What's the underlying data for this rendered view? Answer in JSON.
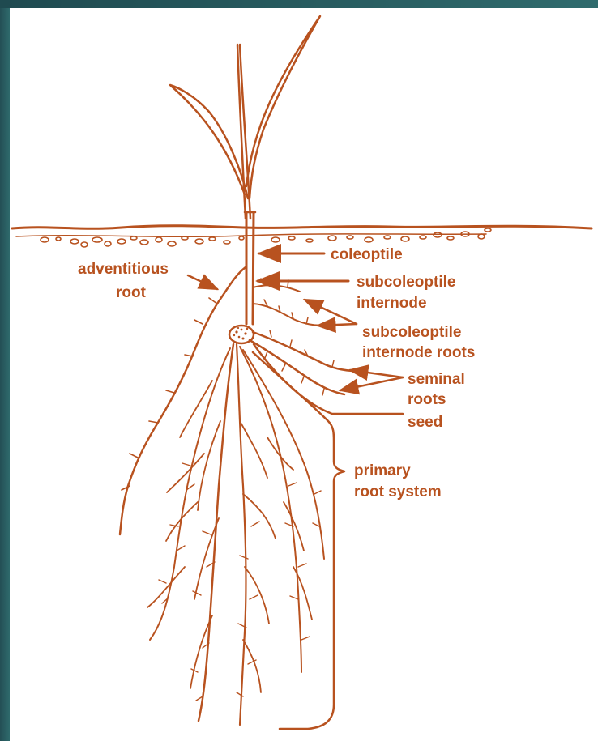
{
  "diagram": {
    "colors": {
      "ink": "#b8521f",
      "background": "#ffffff",
      "frame": "#2c6466"
    },
    "labels": {
      "coleoptile": "coleoptile",
      "adventitious_1": "adventitious",
      "adventitious_2": "root",
      "subcoleoptile_internode_1": "subcoleoptile",
      "subcoleoptile_internode_2": "internode",
      "subcoleoptile_internode_roots_1": "subcoleoptile",
      "subcoleoptile_internode_roots_2": "internode roots",
      "seminal_roots_1": "seminal",
      "seminal_roots_2": "roots",
      "seed": "seed",
      "primary_root_system_1": "primary",
      "primary_root_system_2": "root system"
    }
  }
}
